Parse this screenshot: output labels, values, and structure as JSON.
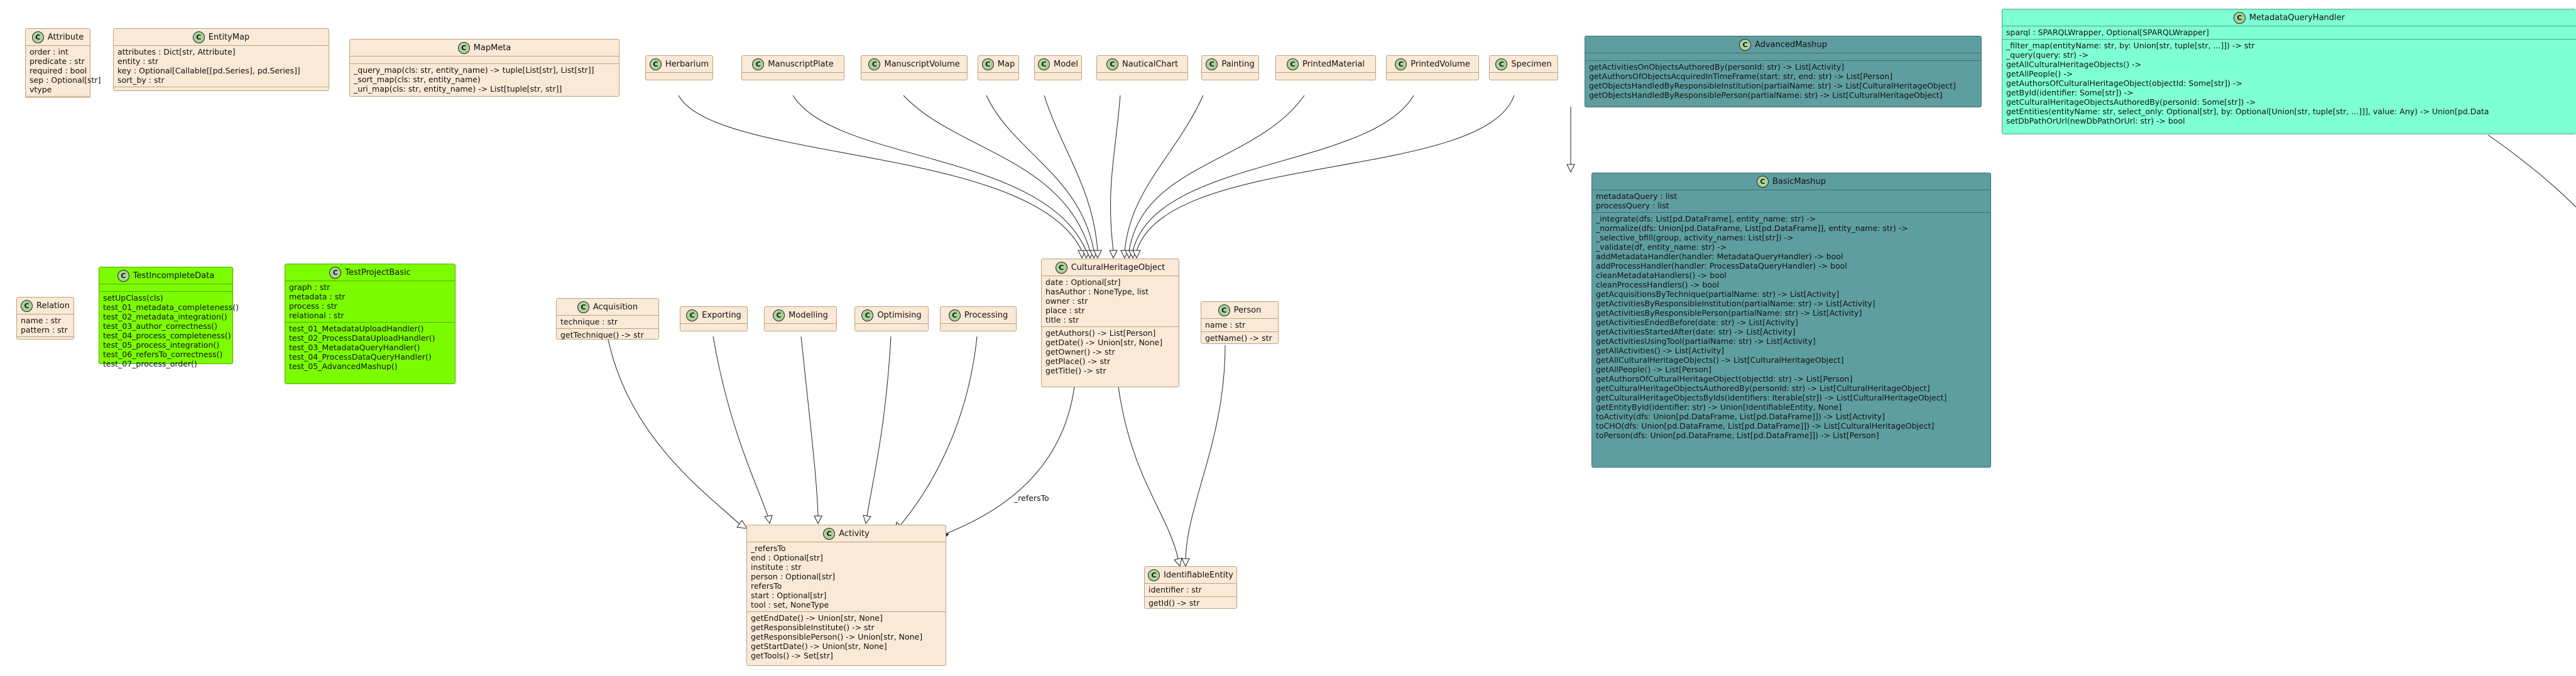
{
  "classes": {
    "Attribute": {
      "name": "Attribute",
      "fields": [
        "order : int",
        "predicate : str",
        "required : bool",
        "sep : Optional[str]",
        "vtype"
      ],
      "methods": []
    },
    "EntityMap": {
      "name": "EntityMap",
      "fields": [
        "attributes : Dict[str, Attribute]",
        "entity : str",
        "key : Optional[Callable[[pd.Series], pd.Series]]",
        "sort_by : str"
      ],
      "methods": []
    },
    "MapMeta": {
      "name": "MapMeta",
      "fields": [],
      "methods": [
        "_query_map(cls: str, entity_name) -> tuple[List[str], List[str]]",
        "_sort_map(cls: str, entity_name)",
        "_uri_map(cls: str, entity_name) -> List[tuple[str, str]]"
      ]
    },
    "Herbarium": {
      "name": "Herbarium"
    },
    "ManuscriptPlate": {
      "name": "ManuscriptPlate"
    },
    "ManuscriptVolume": {
      "name": "ManuscriptVolume"
    },
    "Map": {
      "name": "Map"
    },
    "Model": {
      "name": "Model"
    },
    "NauticalChart": {
      "name": "NauticalChart"
    },
    "Painting": {
      "name": "Painting"
    },
    "PrintedMaterial": {
      "name": "PrintedMaterial"
    },
    "PrintedVolume": {
      "name": "PrintedVolume"
    },
    "Specimen": {
      "name": "Specimen"
    },
    "AdvancedMashup": {
      "name": "AdvancedMashup",
      "fields": [],
      "methods": [
        "getActivitiesOnObjectsAuthoredBy(personId: str) -> List[Activity]",
        "getAuthorsOfObjectsAcquiredInTimeFrame(start: str, end: str) -> List[Person]",
        "getObjectsHandledByResponsibleInstitution(partialName: str) -> List[CulturalHeritageObject]",
        "getObjectsHandledByResponsiblePerson(partialName: str) -> List[CulturalHeritageObject]"
      ]
    },
    "MetadataQueryHandler": {
      "name": "MetadataQueryHandler",
      "fields": [
        "sparql : SPARQLWrapper, Optional[SPARQLWrapper]"
      ],
      "methods": [
        "_filter_map(entityName: str, by: Union[str, tuple[str, ...]]) -> str",
        "_query(query: str) ->",
        "getAllCulturalHeritageObjects() ->",
        "getAllPeople() ->",
        "getAuthorsOfCulturalHeritageObject(objectId: Some[str]) ->",
        "getById(identifier: Some[str]) ->",
        "getCulturalHeritageObjectsAuthoredBy(personId: Some[str]) ->",
        "getEntities(entityName: str, select_only: Optional[str], by: Optional[Union[str, tuple[str, ...]]], value: Any) -> Union[pd.Data",
        "setDbPathOrUrl(newDbPathOrUrl: str) -> bool"
      ]
    },
    "BasicMashup": {
      "name": "BasicMashup",
      "fields": [
        "metadataQuery : list",
        "processQuery : list"
      ],
      "methods": [
        "_integrate(dfs: List[pd.DataFrame], entity_name: str) ->",
        "_normalize(dfs: Union[pd.DataFrame, List[pd.DataFrame]], entity_name: str) ->",
        "_selective_bfill(group, activity_names: List[str]) ->",
        "_validate(df, entity_name: str) ->",
        "addMetadataHandler(handler: MetadataQueryHandler) -> bool",
        "addProcessHandler(handler: ProcessDataQueryHandler) -> bool",
        "cleanMetadataHandlers() -> bool",
        "cleanProcessHandlers() -> bool",
        "getAcquisitionsByTechnique(partialName: str) -> List[Activity]",
        "getActivitiesByResponsibleInstitution(partialName: str) -> List[Activity]",
        "getActivitiesByResponsiblePerson(partialName: str) -> List[Activity]",
        "getActivitiesEndedBefore(date: str) -> List[Activity]",
        "getActivitiesStartedAfter(date: str) -> List[Activity]",
        "getActivitiesUsingTool(partialName: str) -> List[Activity]",
        "getAllActivities() -> List[Activity]",
        "getAllCulturalHeritageObjects() -> List[CulturalHeritageObject]",
        "getAllPeople() -> List[Person]",
        "getAuthorsOfCulturalHeritageObject(objectId: str) -> List[Person]",
        "getCulturalHeritageObjectsAuthoredBy(personId: str) -> List[CulturalHeritageObject]",
        "getCulturalHeritageObjectsByIds(identifiers: Iterable[str]) -> List[CulturalHeritageObject]",
        "getEntityById(identifier: str) -> Union[IdentifiableEntity, None]",
        "toActivity(dfs: Union[pd.DataFrame, List[pd.DataFrame]]) -> List[Activity]",
        "toCHO(dfs: Union[pd.DataFrame, List[pd.DataFrame]]) -> List[CulturalHeritageObject]",
        "toPerson(dfs: Union[pd.DataFrame, List[pd.DataFrame]]) -> List[Person]"
      ]
    },
    "Relation": {
      "name": "Relation",
      "fields": [
        "name : str",
        "pattern : str"
      ],
      "methods": []
    },
    "TestIncompleteData": {
      "name": "TestIncompleteData",
      "fields": [],
      "methods": [
        "setUpClass(cls)",
        "test_01_metadata_completeness()",
        "test_02_metadata_integration()",
        "test_03_author_correctness()",
        "test_04_process_completeness()",
        "test_05_process_integration()",
        "test_06_refersTo_correctness()",
        "test_07_process_order()"
      ]
    },
    "TestProjectBasic": {
      "name": "TestProjectBasic",
      "fields": [
        "graph : str",
        "metadata : str",
        "process : str",
        "relational : str"
      ],
      "methods": [
        "test_01_MetadataUploadHandler()",
        "test_02_ProcessDataUploadHandler()",
        "test_03_MetadataQueryHandler()",
        "test_04_ProcessDataQueryHandler()",
        "test_05_AdvancedMashup()"
      ]
    },
    "Acquisition": {
      "name": "Acquisition",
      "fields": [
        "technique : str"
      ],
      "methods": [
        "getTechnique() -> str"
      ]
    },
    "Exporting": {
      "name": "Exporting"
    },
    "Modelling": {
      "name": "Modelling"
    },
    "Optimising": {
      "name": "Optimising"
    },
    "Processing": {
      "name": "Processing"
    },
    "CulturalHeritageObject": {
      "name": "CulturalHeritageObject",
      "fields": [
        "date : Optional[str]",
        "hasAuthor : NoneType, list",
        "owner : str",
        "place : str",
        "title : str"
      ],
      "methods": [
        "getAuthors() -> List[Person]",
        "getDate() -> Union[str, None]",
        "getOwner() -> str",
        "getPlace() -> str",
        "getTitle() -> str"
      ]
    },
    "Person": {
      "name": "Person",
      "fields": [
        "name : str"
      ],
      "methods": [
        "getName() -> str"
      ]
    },
    "Activity": {
      "name": "Activity",
      "fields": [
        "_refersTo",
        "end : Optional[str]",
        "institute : str",
        "person : Optional[str]",
        "refersTo",
        "start : Optional[str]",
        "tool : set, NoneType"
      ],
      "methods": [
        "getEndDate() -> Union[str, None]",
        "getResponsibleInstitute() -> str",
        "getResponsiblePerson() -> Union[str, None]",
        "getStartDate() -> Union[str, None]",
        "getTools() -> Set[str]"
      ]
    },
    "IdentifiableEntity": {
      "name": "IdentifiableEntity",
      "fields": [
        "identifier : str"
      ],
      "methods": [
        "getId() -> str"
      ]
    }
  },
  "stereotype_letter": "C",
  "edge_labels": {
    "refersTo": "_refersTo"
  }
}
